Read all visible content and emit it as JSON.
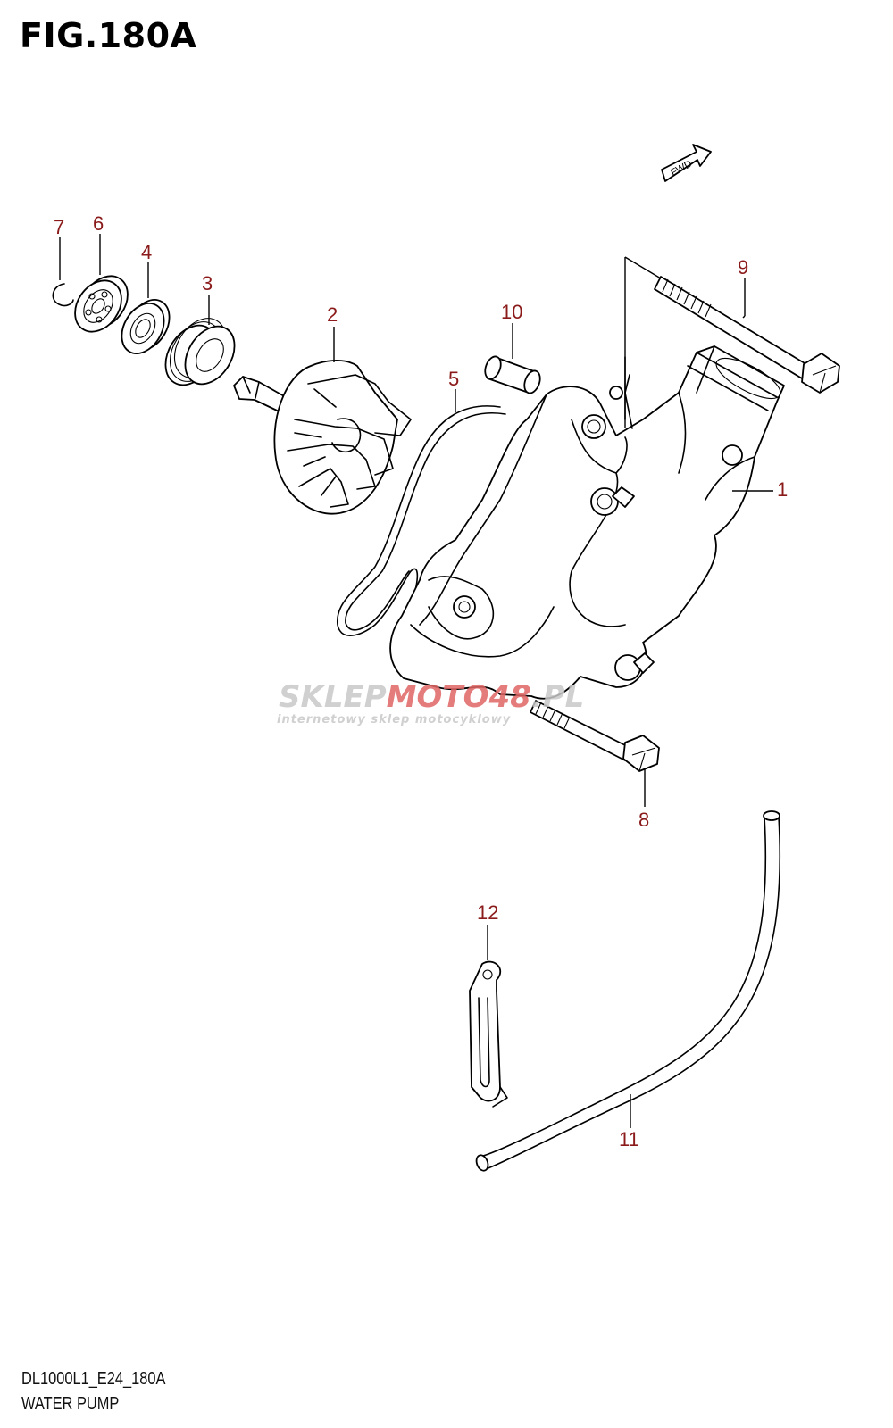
{
  "figure": {
    "title": "FIG.180A",
    "model_code": "DL1000L1_E24_180A",
    "section_name": "WATER PUMP"
  },
  "forward_marker": {
    "label": "FWD"
  },
  "callouts": [
    {
      "id": "1",
      "label": "1"
    },
    {
      "id": "2",
      "label": "2"
    },
    {
      "id": "3",
      "label": "3"
    },
    {
      "id": "4",
      "label": "4"
    },
    {
      "id": "5",
      "label": "5"
    },
    {
      "id": "6",
      "label": "6"
    },
    {
      "id": "7",
      "label": "7"
    },
    {
      "id": "8",
      "label": "8"
    },
    {
      "id": "9",
      "label": "9"
    },
    {
      "id": "10",
      "label": "10"
    },
    {
      "id": "11",
      "label": "11"
    },
    {
      "id": "12",
      "label": "12"
    }
  ],
  "watermark": {
    "brand_part1": "SKLEP",
    "brand_part2": "MOTO",
    "brand_part3": "48",
    "brand_part4": ".PL",
    "tagline": "internetowy sklep motocyklowy",
    "colors": {
      "gray": "#c8c8c8",
      "red": "#e06666"
    }
  },
  "colors": {
    "callout": "#8b1a1a",
    "line": "#000000"
  }
}
